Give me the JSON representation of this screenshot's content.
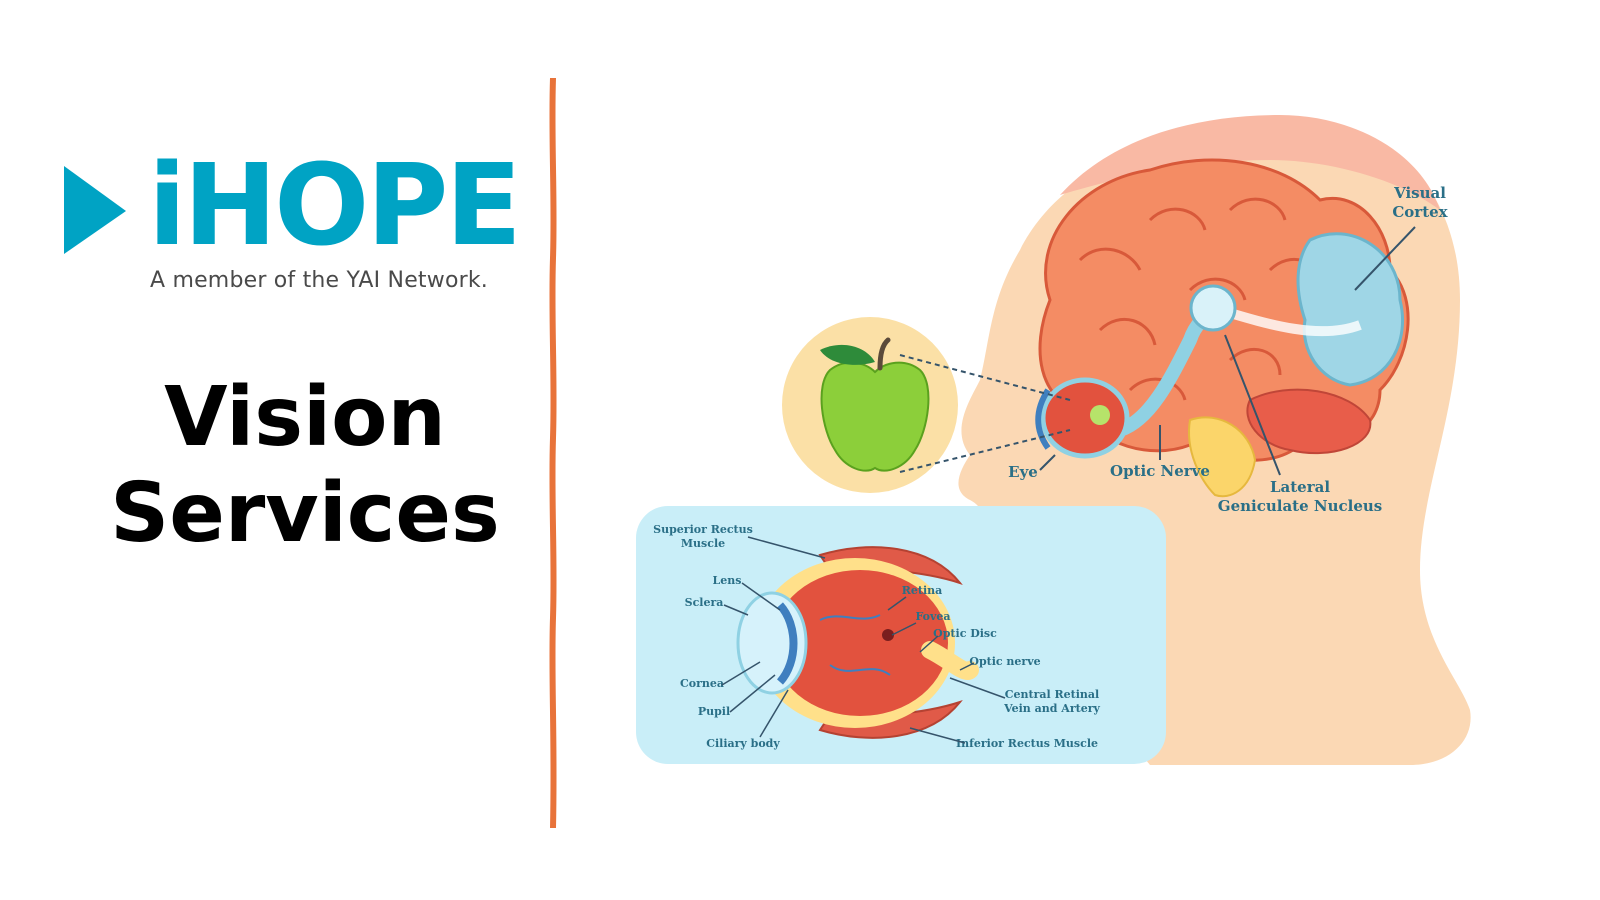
{
  "logo": {
    "name": "iHOPE",
    "tagline": "A member of the YAI Network."
  },
  "title": {
    "line1": "Vision",
    "line2": "Services"
  },
  "colors": {
    "brand": "#00a3c4",
    "divider": "#e8733a",
    "label": "#2a6f87"
  },
  "diagram": {
    "pathway_labels": {
      "visual_cortex_1": "Visual",
      "visual_cortex_2": "Cortex",
      "eye": "Eye",
      "optic_nerve": "Optic Nerve",
      "lgn_1": "Lateral",
      "lgn_2": "Geniculate Nucleus"
    },
    "eye_labels": {
      "superior_rectus_1": "Superior Rectus",
      "superior_rectus_2": "Muscle",
      "lens": "Lens",
      "sclera": "Sclera",
      "retina": "Retina",
      "fovea": "Fovea",
      "optic_disc": "Optic Disc",
      "optic_nerve": "Optic nerve",
      "cornea": "Cornea",
      "pupil": "Pupil",
      "central_retinal_1": "Central Retinal",
      "central_retinal_2": "Vein and Artery",
      "ciliary_body": "Ciliary body",
      "inferior_rectus": "Inferior Rectus Muscle"
    }
  }
}
